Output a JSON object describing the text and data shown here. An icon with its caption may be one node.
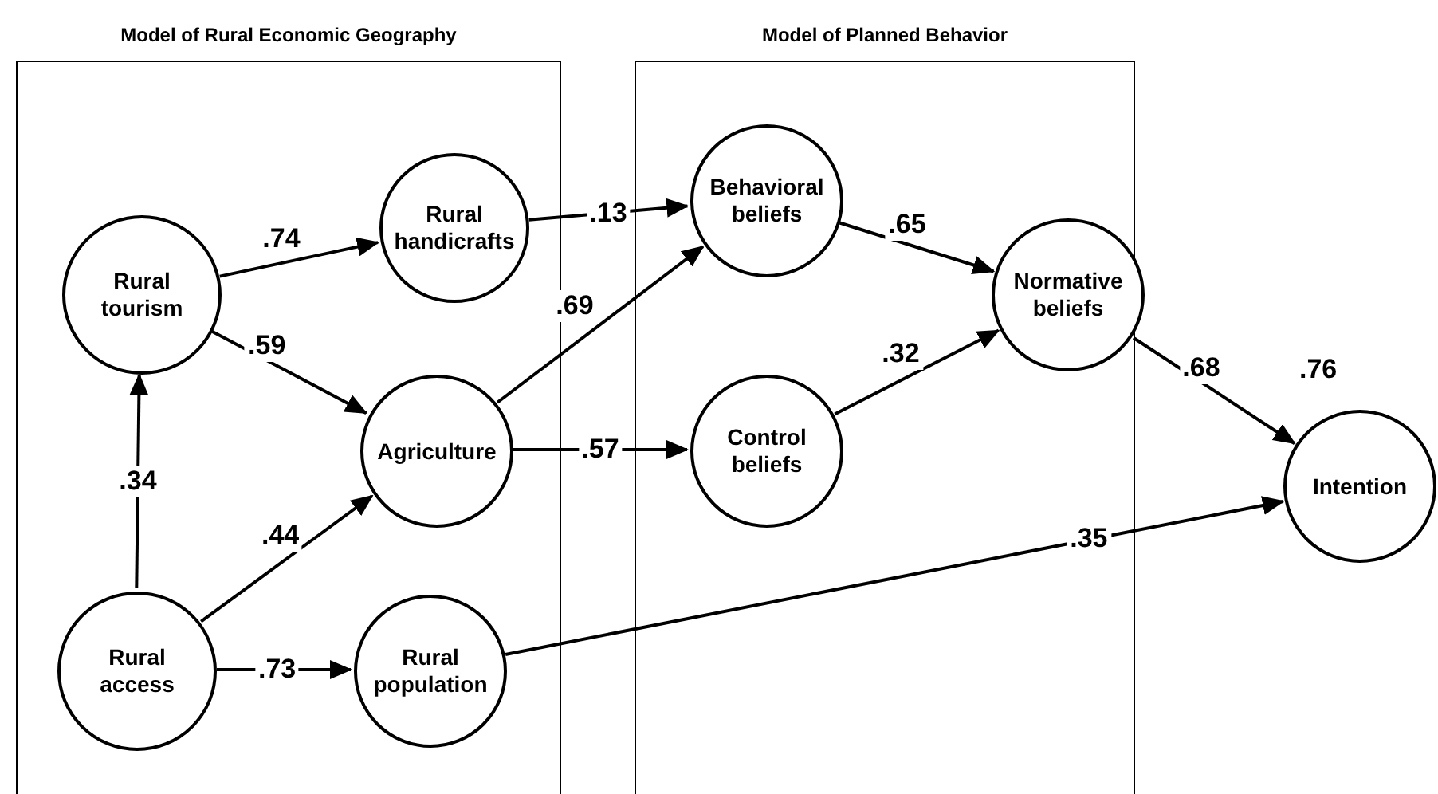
{
  "diagram": {
    "nodes": [
      {
        "text": [
          "Model of Rural Economic Geography"
        ]
      },
      {
        "text": [
          "Model of Planned Behavior"
        ]
      },
      {
        "text": [
          "Rural tourism"
        ],
        "in": 0
      },
      {
        "text": [
          "Rural handicrafts"
        ],
        "in": 0
      },
      {
        "text": [
          "Agriculture"
        ],
        "in": 0
      },
      {
        "text": [
          "Rural access"
        ],
        "in": 0
      },
      {
        "text": [
          "Rural population"
        ],
        "in": 0
      },
      {
        "text": [
          "Behavioral beliefs"
        ],
        "in": 1
      },
      {
        "text": [
          "Control beliefs"
        ],
        "in": 1
      },
      {
        "text": [
          "Normative beliefs"
        ]
      },
      {
        "text": [
          "Intention"
        ],
        "beside": [
          ".76"
        ]
      }
    ],
    "edges": [
      {
        "from": 5,
        "to": 2,
        "arrow": "to",
        "label": ".34"
      },
      {
        "from": 2,
        "to": 3,
        "arrow": "to",
        "label": ".74"
      },
      {
        "from": 2,
        "to": 4,
        "arrow": "to",
        "label": ".59"
      },
      {
        "from": 5,
        "to": 4,
        "arrow": "to",
        "label": ".44"
      },
      {
        "from": 5,
        "to": 6,
        "arrow": "to",
        "label": ".73"
      },
      {
        "from": 3,
        "to": 7,
        "arrow": "to",
        "label": ".13"
      },
      {
        "from": 4,
        "to": 7,
        "arrow": "to",
        "label": ".69"
      },
      {
        "from": 4,
        "to": 8,
        "arrow": "to",
        "label": ".57"
      },
      {
        "from": 7,
        "to": 9,
        "arrow": "to",
        "label": ".65"
      },
      {
        "from": 8,
        "to": 9,
        "arrow": "to",
        "label": ".32"
      },
      {
        "from": 9,
        "to": 10,
        "arrow": "to",
        "label": ".68"
      },
      {
        "from": 6,
        "to": 10,
        "arrow": "to",
        "label": ".35"
      }
    ]
  }
}
